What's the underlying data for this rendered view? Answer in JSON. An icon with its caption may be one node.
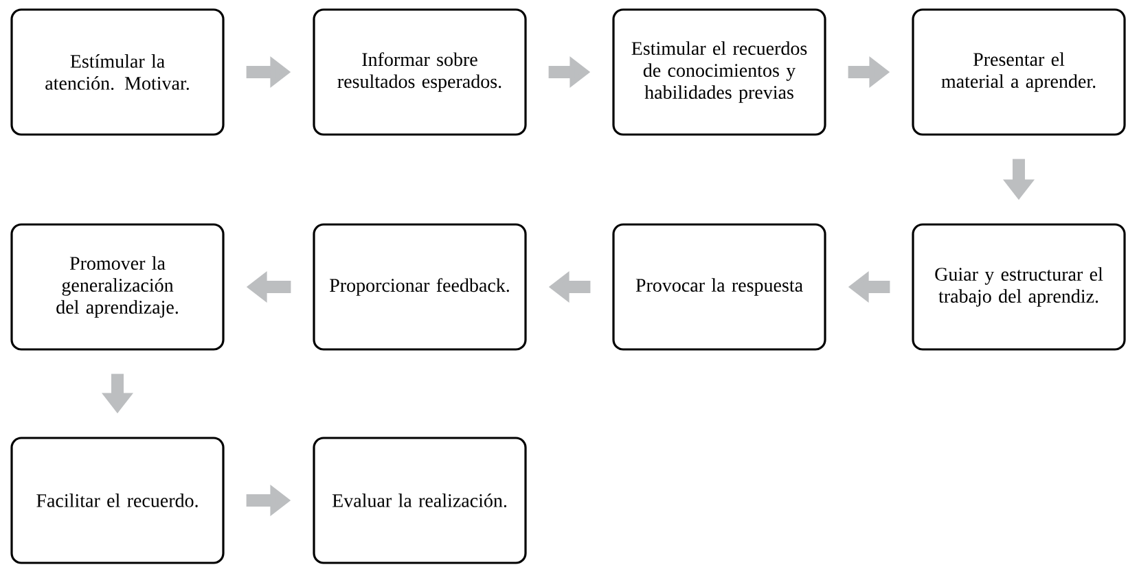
{
  "diagram": {
    "nodes": [
      {
        "text": [
          "Estímular la atención. Motivar."
        ]
      },
      {
        "text": [
          "Informar sobre resultados esperados."
        ]
      },
      {
        "text": [
          "Estimular el recuerdos de conocimientos y habilidades previas"
        ]
      },
      {
        "text": [
          "Presentar el material a aprender."
        ]
      },
      {
        "text": [
          "Promover la generalización del aprendizaje."
        ]
      },
      {
        "text": [
          "Proporcionar feedback."
        ]
      },
      {
        "text": [
          "Provocar la respuesta"
        ]
      },
      {
        "text": [
          "Guiar y estructurar el trabajo del aprendiz."
        ]
      },
      {
        "text": [
          "Facilitar el recuerdo."
        ]
      },
      {
        "text": [
          "Evaluar la realización."
        ]
      }
    ],
    "edges": [
      {
        "from": 0,
        "to": 1,
        "arrow": "to"
      },
      {
        "from": 1,
        "to": 2,
        "arrow": "to"
      },
      {
        "from": 2,
        "to": 3,
        "arrow": "to"
      },
      {
        "from": 3,
        "to": 7,
        "arrow": "to"
      },
      {
        "from": 7,
        "to": 6,
        "arrow": "to"
      },
      {
        "from": 6,
        "to": 5,
        "arrow": "to"
      },
      {
        "from": 5,
        "to": 4,
        "arrow": "to"
      },
      {
        "from": 4,
        "to": 8,
        "arrow": "to"
      },
      {
        "from": 8,
        "to": 9,
        "arrow": "to"
      }
    ]
  }
}
